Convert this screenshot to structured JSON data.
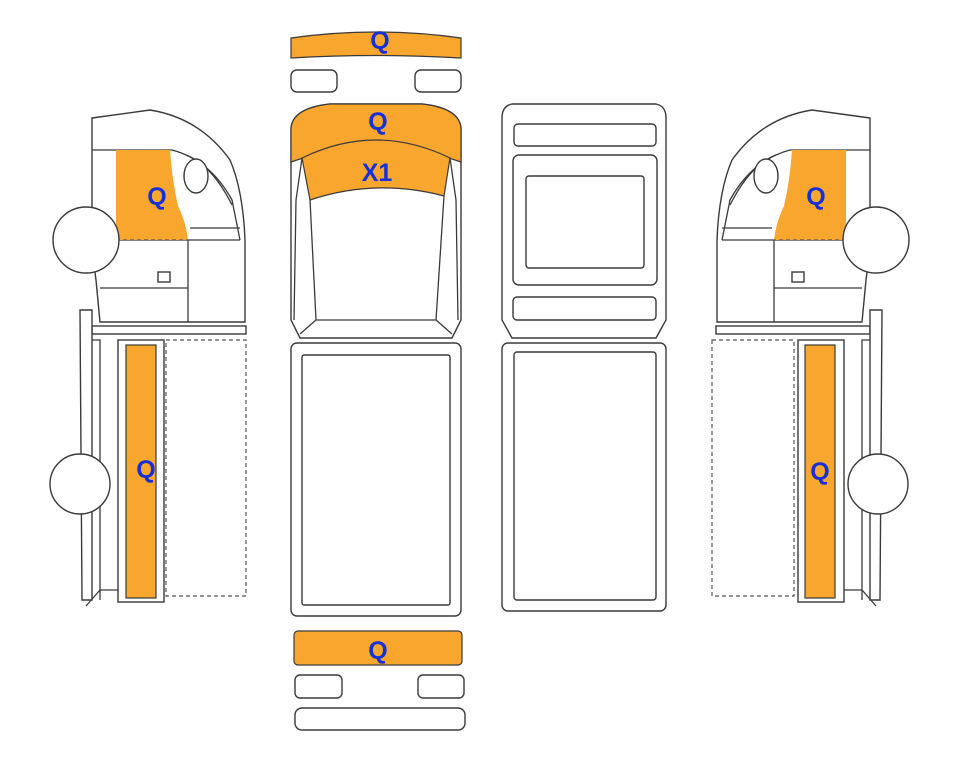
{
  "labels": {
    "front_bumper": "Q",
    "windshield_top": "Q",
    "windshield": "X1",
    "left_door": "Q",
    "left_side_panel": "Q",
    "right_door": "Q",
    "right_side_panel": "Q",
    "rear_bumper": "Q"
  },
  "colors": {
    "highlight": "#f9a62e",
    "label": "#1530d8",
    "outline": "#3a3a3a"
  }
}
